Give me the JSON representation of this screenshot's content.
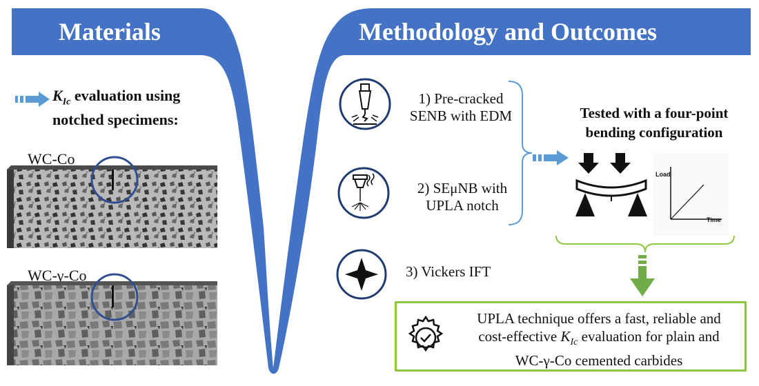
{
  "banners": {
    "materials": "Materials",
    "methodology": "Methodology and Outcomes"
  },
  "materials": {
    "kic_symbol": "K",
    "kic_subscript": "Ic",
    "kic_label_rest": " evaluation using notched specimens:",
    "specimen_1": "WC-Co",
    "specimen_2": "WC-γ-Co"
  },
  "methods": {
    "m1_line1": "1)  Pre-cracked",
    "m1_line2": "SENB with EDM",
    "m2_line1": "2)  SEμNB with",
    "m2_line2": "UPLA notch",
    "m3": "3) Vickers IFT"
  },
  "testing": {
    "title_line1": "Tested with a four-point",
    "title_line2": "bending configuration",
    "graph_y_label": "Load",
    "graph_x_label": "Time"
  },
  "outcome": {
    "line1": "UPLA technique offers a fast, reliable and",
    "line2_pre": "cost-effective ",
    "kic_symbol": "K",
    "kic_subscript": "Ic",
    "line2_post": " evaluation for plain and",
    "line3": "WC-γ-Co cemented carbides"
  },
  "colors": {
    "banner_blue": "#4472c4",
    "arrow_blue": "#5b9bd5",
    "green": "#8dc63f",
    "circle_blue": "#2f4f8f"
  }
}
